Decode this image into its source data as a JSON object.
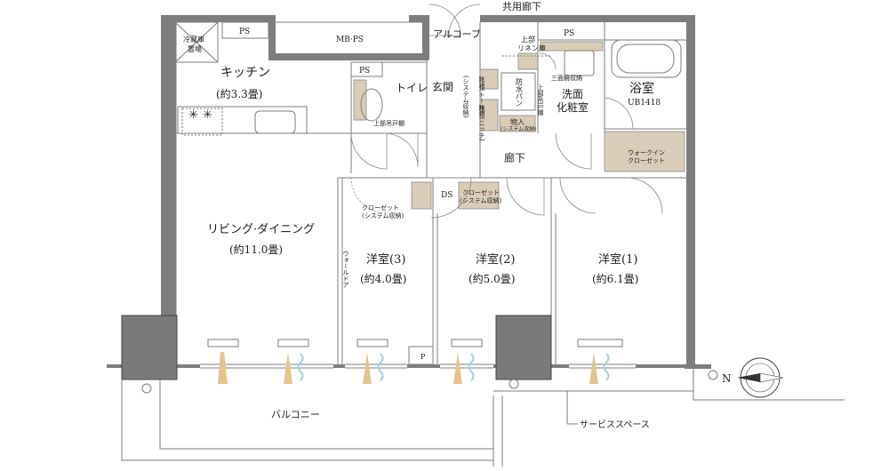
{
  "labels": {
    "corridor_shared": "共用廊下",
    "alcove": "アルコーブ",
    "ps_top_left": "PS",
    "mbps": "MB·PS",
    "ps_toilet": "PS",
    "ps_bath": "PS",
    "fridge_line1": "冷蔵庫",
    "fridge_line2": "置場",
    "kitchen": "キッチン",
    "kitchen_size": "(約3.3畳)",
    "toilet": "トイレ",
    "toilet_cabinet": "上部吊戸棚",
    "entrance": "玄関",
    "shoe_system": "(システム収納)",
    "shoe_tall": "靴箱(トール)",
    "shoe_niche": "靴箱(ニッチ)",
    "linen_line1": "上部",
    "linen_line2": "リネン庫",
    "waterproof_pan": "防水パン",
    "three_mirror": "三面鏡収納",
    "upper_cabinet_vertical": "上部吊戸棚",
    "washroom_line1": "洗面",
    "washroom_line2": "化粧室",
    "bathroom": "浴室",
    "bath_unit": "UB1418",
    "storage_line1": "物入",
    "storage_line2": "(システム収納)",
    "hallway": "廊下",
    "walkin_line1": "ウォークイン",
    "walkin_line2": "クローゼット",
    "ds": "DS",
    "closet3_line1": "クローゼット",
    "closet3_line2": "(システム収納)",
    "closet2_line1": "クローゼット",
    "closet2_line2": "(システム収納)",
    "living": "リビング·ダイニング",
    "living_size": "(約11.0畳)",
    "wall_door": "ウォールドア",
    "room3": "洋室(3)",
    "room3_size": "(約4.0畳)",
    "room2": "洋室(2)",
    "room2_size": "(約5.0畳)",
    "room1": "洋室(1)",
    "room1_size": "(約6.1畳)",
    "p": "P",
    "balcony": "バルコニー",
    "service_space": "サービススペース",
    "north": "N"
  },
  "colors": {
    "wall": "#7d7d7d",
    "storage": "#d9cdb9",
    "pillar": "#7a7a7a",
    "aircon_air": "#e2c58d",
    "hot_water_wave": "#9fd3e6"
  }
}
